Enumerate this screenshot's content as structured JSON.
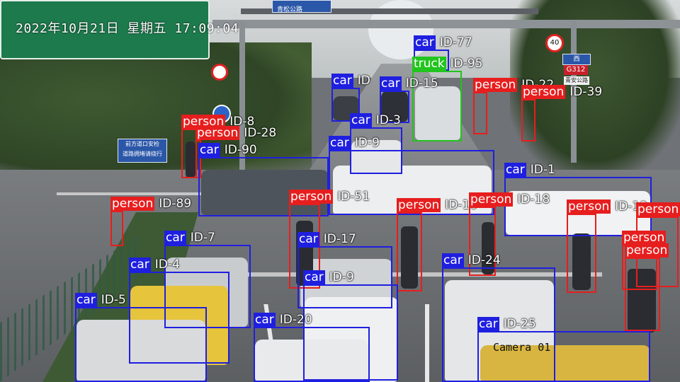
{
  "overlay": {
    "timestamp": "2022年10月21日 星期五 17:09:04",
    "camera_label": "Camera 01"
  },
  "colors": {
    "car": "#1f1fe0",
    "person": "#e61e1e",
    "truck": "#22c41e"
  },
  "signs": {
    "route": "G312",
    "district": "西",
    "place": "青安公路",
    "bridge": "青松公路",
    "notice_line1": "前方道口安检",
    "notice_line2": "道路拥堵请绕行",
    "speed": "40"
  },
  "detections": [
    {
      "cls": "car",
      "id": "ID-77"
    },
    {
      "cls": "truck",
      "id": "ID-95"
    },
    {
      "cls": "car",
      "id": "ID"
    },
    {
      "cls": "car",
      "id": "ID-15"
    },
    {
      "cls": "person",
      "id": "ID-22"
    },
    {
      "cls": "person",
      "id": "ID-39"
    },
    {
      "cls": "person",
      "id": "ID-8"
    },
    {
      "cls": "person",
      "id": "ID-28"
    },
    {
      "cls": "car",
      "id": "ID-3"
    },
    {
      "cls": "car",
      "id": "ID-90"
    },
    {
      "cls": "car",
      "id": "ID-9"
    },
    {
      "cls": "car",
      "id": "ID-1"
    },
    {
      "cls": "person",
      "id": "ID-89"
    },
    {
      "cls": "person",
      "id": "ID-51"
    },
    {
      "cls": "person",
      "id": "ID-10"
    },
    {
      "cls": "person",
      "id": "ID-18"
    },
    {
      "cls": "person",
      "id": "ID-12"
    },
    {
      "cls": "person",
      "id": ""
    },
    {
      "cls": "car",
      "id": "ID-7"
    },
    {
      "cls": "car",
      "id": "ID-17"
    },
    {
      "cls": "car",
      "id": "ID-4"
    },
    {
      "cls": "car",
      "id": "ID-9"
    },
    {
      "cls": "person",
      "id": ""
    },
    {
      "cls": "person",
      "id": ""
    },
    {
      "cls": "car",
      "id": "ID-24"
    },
    {
      "cls": "car",
      "id": "ID-5"
    },
    {
      "cls": "car",
      "id": "ID-20"
    },
    {
      "cls": "car",
      "id": "ID-25"
    }
  ]
}
